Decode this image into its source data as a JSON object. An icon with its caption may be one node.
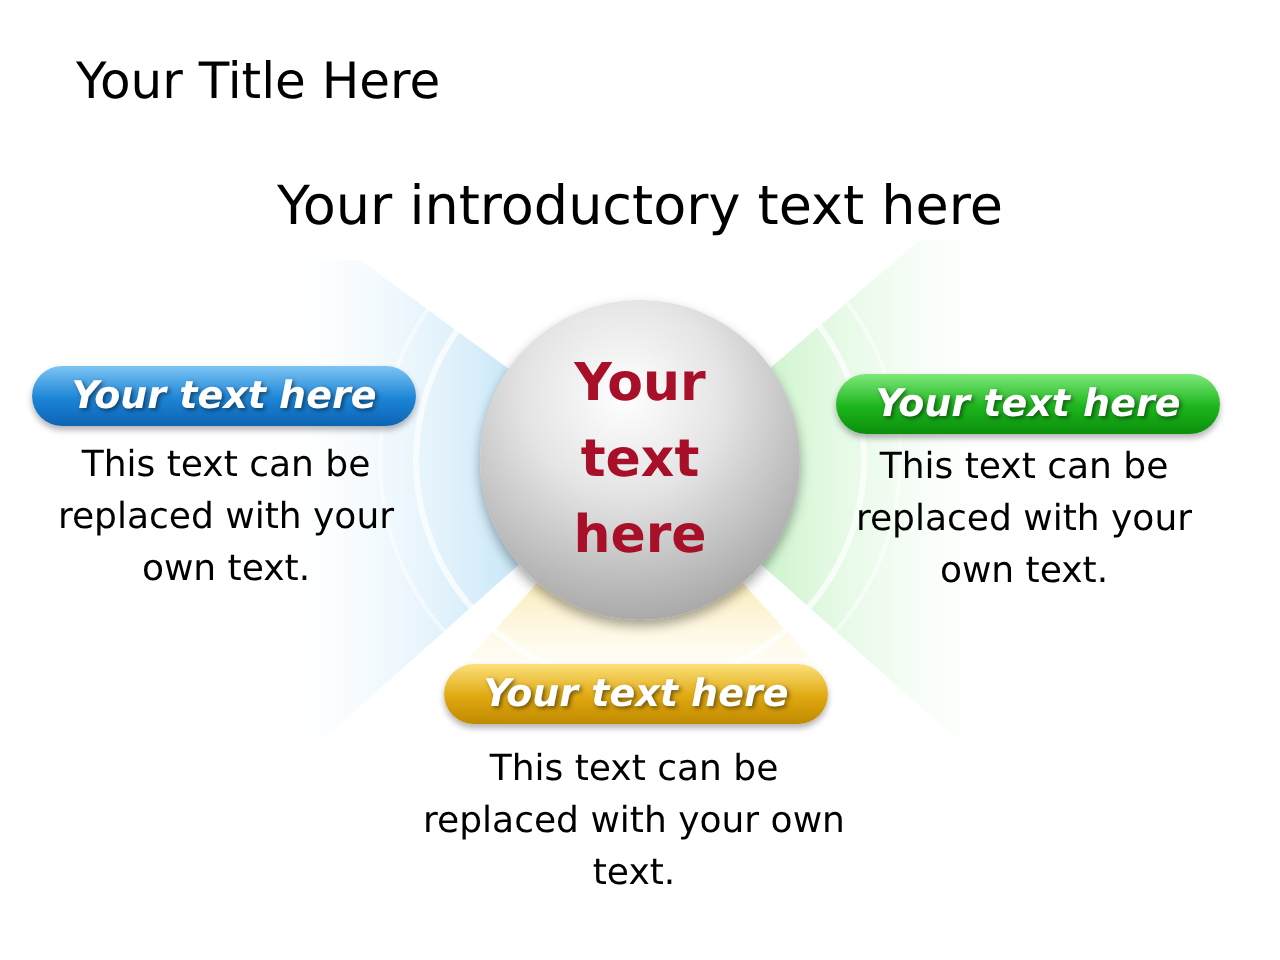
{
  "diagram": {
    "title": "Your Title Here",
    "nodes": [
      {
        "text": [
          "Your text here"
        ]
      },
      {
        "text": [
          "Your text here"
        ],
        "beside": [
          "This text can be replaced with your own text."
        ]
      },
      {
        "text": [
          "Your text here"
        ],
        "beside": [
          "This text can be replaced with your own text."
        ]
      },
      {
        "text": [
          "Your text here"
        ],
        "beside": [
          "This text can be replaced with your own text."
        ]
      }
    ],
    "labels": [
      "Your introductory text here"
    ]
  }
}
